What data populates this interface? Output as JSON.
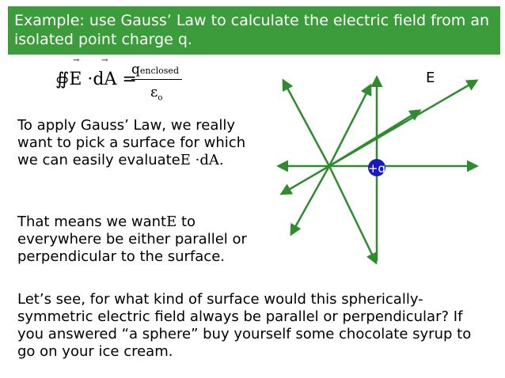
{
  "title": "Example: use Gauss’ Law to calculate the electric field from an isolated point charge q.",
  "formula": {
    "lhs": "∯E ·dA =",
    "numerator_main": "q",
    "numerator_sub": "enclosed",
    "denominator_main": "ε",
    "denominator_sub": "o"
  },
  "para1": {
    "text": "To apply Gauss’ Law, we really want to pick a surface for which we can easily evaluate",
    "expr": "E ·dA."
  },
  "para2": {
    "before": "That means we want",
    "symbol": "E",
    "after": " to everywhere be either parallel or perpendicular to the surface."
  },
  "para3": "Let’s see, for what kind of surface would this spherically-symmetric electric field always be parallel or perpendicular? If you answered “a sphere” buy yourself some chocolate syrup to go on your ice cream.",
  "diagram": {
    "e_label": "E",
    "charge_label": "+q",
    "charge_color": "#1a1ab8",
    "line_color": "#2e8b2e"
  }
}
